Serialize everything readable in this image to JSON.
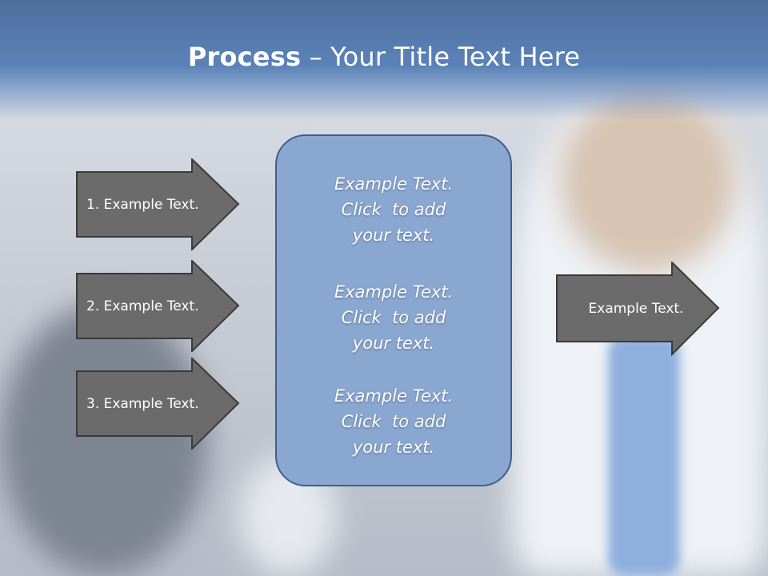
{
  "slide": {
    "title_bold": "Process",
    "title_rest": " – Your Title Text Here"
  },
  "left_arrows": [
    {
      "label": "1. Example Text."
    },
    {
      "label": "2. Example Text."
    },
    {
      "label": "3. Example Text."
    }
  ],
  "center_box": {
    "paragraphs": [
      {
        "lines": [
          "Example Text.",
          "Click  to add",
          "your text."
        ]
      },
      {
        "lines": [
          "Example Text.",
          "Click  to add",
          "your text."
        ]
      },
      {
        "lines": [
          "Example Text.",
          "Click  to add",
          "your text."
        ]
      }
    ]
  },
  "right_arrow": {
    "label": "Example Text."
  },
  "colors": {
    "title_bar": "#5b82b8",
    "arrow_fill": "#6b6b6b",
    "arrow_border": "#3a3a3a",
    "box_fill": "#89a7d1",
    "box_border": "#3f5f8c"
  }
}
